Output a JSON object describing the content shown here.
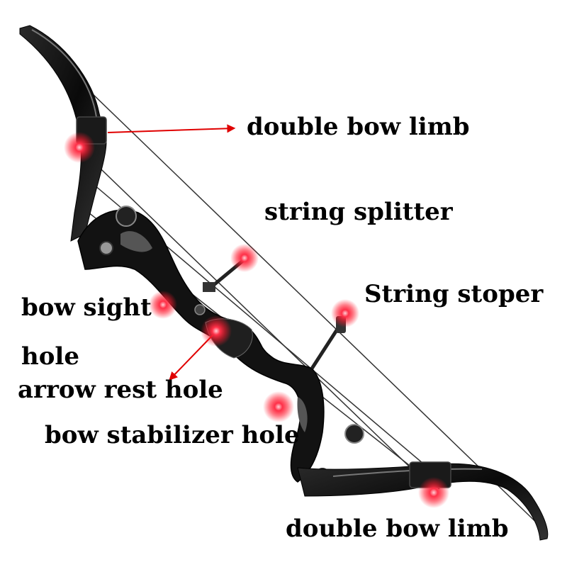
{
  "labels": {
    "double_bow_limb_top": "double bow limb",
    "string_splitter": "string splitter",
    "string_stopper": "String stoper",
    "bow_sight": "bow sight",
    "hole": "hole",
    "arrow_rest_hole": "arrow rest hole",
    "bow_stabilizer_hole": "bow stabilizer hole",
    "double_bow_limb_bottom": "double bow limb"
  },
  "colors": {
    "marker": "#ff1a2e",
    "arrow": "#e00000",
    "bow": "#111111",
    "string": "#333333"
  }
}
